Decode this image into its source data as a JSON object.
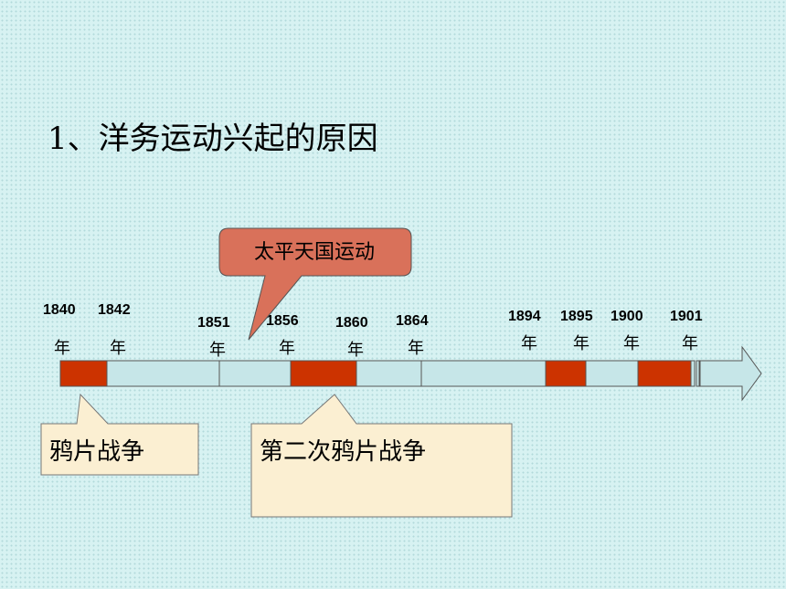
{
  "title": "1、洋务运动兴起的原因",
  "colors": {
    "red_segment": "#cc3300",
    "blue_segment": "#c6e6e8",
    "callout_fill": "#d9715a",
    "note_fill": "#fbefd2"
  },
  "timeline": {
    "year_labels": [
      {
        "year": "1840",
        "suffix": "年"
      },
      {
        "year": "1842",
        "suffix": "年"
      },
      {
        "year": "1851",
        "suffix": "年"
      },
      {
        "year": "1856",
        "suffix": "年"
      },
      {
        "year": "1860",
        "suffix": "年"
      },
      {
        "year": "1864",
        "suffix": "年"
      },
      {
        "year": "1894",
        "suffix": "年"
      },
      {
        "year": "1895",
        "suffix": "年"
      },
      {
        "year": "1900",
        "suffix": "年"
      },
      {
        "year": "1901",
        "suffix": "年"
      }
    ]
  },
  "callouts": {
    "taiping": "太平天国运动",
    "opium_war": "鸦片战争",
    "second_opium_war": "第二次鸦片战争"
  }
}
